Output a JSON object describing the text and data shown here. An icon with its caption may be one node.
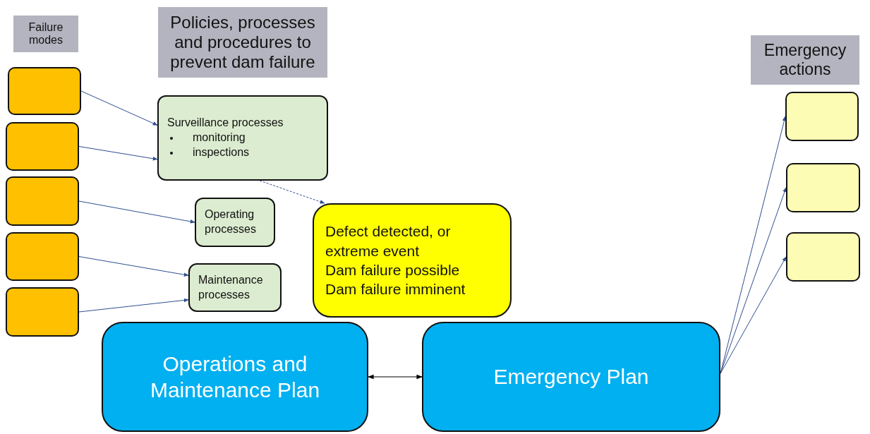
{
  "diagram": {
    "nodes": [
      {
        "text": [
          "Failure modes"
        ]
      },
      {
        "text": [
          "Policies, processes and procedures to prevent dam failure"
        ]
      },
      {
        "text": [
          "Emergency actions"
        ]
      },
      {
        "text": [],
        "shape": "box"
      },
      {
        "text": [],
        "shape": "box"
      },
      {
        "text": [],
        "shape": "box"
      },
      {
        "text": [],
        "shape": "box"
      },
      {
        "text": [],
        "shape": "box"
      },
      {
        "text": [
          "Surveillance processes",
          "monitoring",
          "inspections"
        ]
      },
      {
        "text": [
          "Operating processes"
        ]
      },
      {
        "text": [
          "Maintenance processes"
        ]
      },
      {
        "text": [
          "Defect detected, or extreme event",
          "Dam failure possible",
          "Dam failure imminent"
        ]
      },
      {
        "text": [
          "Operations and Maintenance Plan"
        ]
      },
      {
        "text": [
          "Emergency Plan"
        ]
      },
      {
        "text": [],
        "shape": "box"
      },
      {
        "text": [],
        "shape": "box"
      },
      {
        "text": [],
        "shape": "box"
      }
    ],
    "edges": [
      {
        "from": 3,
        "to": 8,
        "arrow": "to"
      },
      {
        "from": 4,
        "to": 8,
        "arrow": "to"
      },
      {
        "from": 5,
        "to": 9,
        "arrow": "to"
      },
      {
        "from": 6,
        "to": 10,
        "arrow": "to"
      },
      {
        "from": 7,
        "to": 10,
        "arrow": "to"
      },
      {
        "from": 8,
        "to": 11,
        "arrow": "to",
        "style": "dashed"
      },
      {
        "from": 12,
        "to": 13,
        "arrow": "both",
        "color": "#000000"
      },
      {
        "from": 13,
        "to": 14,
        "arrow": "to"
      },
      {
        "from": 13,
        "to": 15,
        "arrow": "to"
      },
      {
        "from": 13,
        "to": 16,
        "arrow": "to"
      }
    ]
  }
}
